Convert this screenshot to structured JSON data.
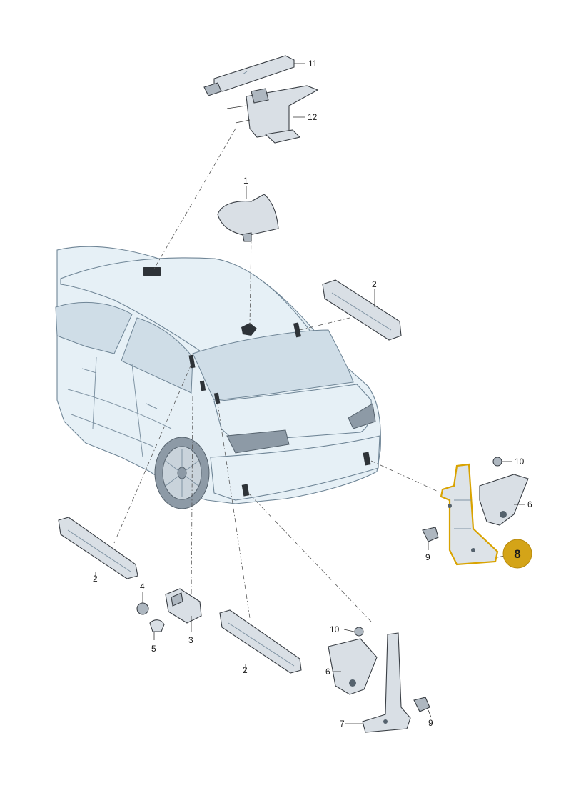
{
  "diagram": {
    "callouts": {
      "c1": "1",
      "c2a": "2",
      "c2b": "2",
      "c2c": "2",
      "c3": "3",
      "c4": "4",
      "c5": "5",
      "c6a": "6",
      "c6b": "6",
      "c7": "7",
      "c8": "8",
      "c9a": "9",
      "c9b": "9",
      "c10a": "10",
      "c10b": "10",
      "c11": "11",
      "c12": "12"
    },
    "highlight": {
      "part": "8",
      "color": "#d9a300",
      "badge_fill": "#d4a418"
    }
  }
}
